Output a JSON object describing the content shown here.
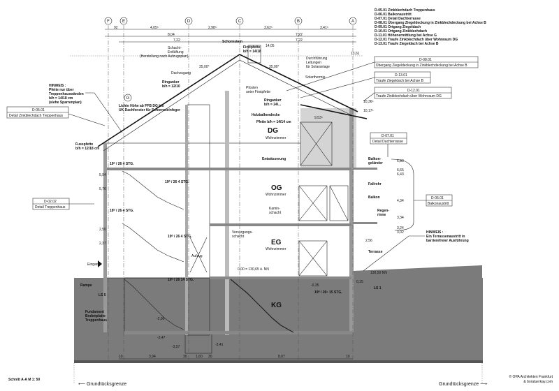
{
  "legend": [
    "D-05.01 Zinkblechdach Treppenhaus",
    "D-06.01 Balkonaustritt",
    "D-07.01 Detail Dachterrasse",
    "D-08.01 Übergang Ziegeldeckung in Zinkblechdeckung bei Achse B",
    "D-09.01 Ortgang Ziegeldach",
    "D-10.01 Ortgang Zinkblechdach",
    "D-11.01 Höhenermittlung bei Achse G",
    "D-12.01 Traufe Zinkblechdach über Wohnraum DG",
    "D-13.01 Traufe Ziegeldach bei Achse B"
  ],
  "axes": [
    "F",
    "E",
    "D",
    "C",
    "B",
    "A"
  ],
  "top_dims": {
    "row1": [
      "92",
      "4,05⁵",
      "2,98⁵",
      "3,62⁵",
      "3,41⁵"
    ],
    "row2": [
      "8,04",
      "7,22"
    ],
    "row3": [
      "7,22",
      "7,22"
    ],
    "ridge_level": "13,61",
    "chimney_level": "14,05",
    "roof_angle_left": "35,00°",
    "roof_angle_right": "35,00°"
  },
  "callouts": [
    {
      "code": "D-05.01",
      "title": "Detail Zinkblechdach Treppenhaus"
    },
    {
      "code": "D-02.02",
      "title": "Detail Treppenhaus"
    },
    {
      "code": "D-08.01",
      "title": "Übergang Ziegeldeckung in Zinkblechdeckung bei Achse B"
    },
    {
      "code": "D-13.01",
      "title": "Traufe Ziegeldach bei Achse B"
    },
    {
      "code": "D-12.01",
      "title": "Traufe Zinkblechdach über Wohnraum DG"
    },
    {
      "code": "D-07.01",
      "title": "Detail Dachterrasse"
    },
    {
      "code": "D-06.01",
      "title": "Balkonaustritt"
    }
  ],
  "notes": {
    "hinweis1": [
      "HINWEIS :",
      "Pfette nur über",
      "Treppenhauswänden",
      "b/h = 14/18  cm",
      "(siehe Sparrenplan)"
    ],
    "hinweis2": [
      "HINWEIS :",
      "Ein Terrassenaustritt in",
      "barrierefreier Ausführung"
    ],
    "lichte_hoehe": [
      "Lichte Höhe ab FFB DG bis",
      "UK Dachfenster für Schornsteinfeger"
    ],
    "axis_g": "G"
  },
  "labels": {
    "firstpfette": [
      "Firstpfette",
      "b/h = 14/18"
    ],
    "schornstein": "Schornstein",
    "schacht": [
      "Schacht-",
      "Entlüftung",
      "(Herstellung nach Aufzugsplan)"
    ],
    "dachzugang": "Dachzugang",
    "durchfuehrung": [
      "Durchführung",
      "Leitungen",
      "für Solaranlage"
    ],
    "solarthermie": "Solarthermie",
    "ringanker": [
      "Ringanker",
      "b/h = 12/10"
    ],
    "ringanker2": [
      "Ringanker",
      "b/h = 24/..."
    ],
    "pfosten": [
      "Pfosten",
      "unter Firstpfette"
    ],
    "holzbalkendecke": "Holzbalkendecke",
    "pfette_dg": "Pfette b/h = 14/14  cm",
    "fusspfette": [
      "Fusspfette",
      "b/h = 12/18  cm"
    ],
    "entwaesserung": "Entwässerung",
    "kaminschacht": [
      "Kamin-",
      "schacht"
    ],
    "versorgungsschacht": [
      "Versorgungs-",
      "schacht"
    ],
    "aufzug": "Aufzug",
    "balkongelaender": [
      "Balkon-",
      "geländer"
    ],
    "fallrohr": "Fallrohr",
    "balkon": "Balkon",
    "regenrinne": [
      "Regen-",
      "rinne"
    ],
    "terrasse": "Terrasse",
    "rampe": "Rampe",
    "eingang": "Eingang",
    "fundament": [
      "Fundament",
      "Bodenplatte",
      "Treppenhaus"
    ],
    "ls": "LS 5",
    "ls1": "LS 1",
    "nn": "0,00 = 130,65 ü. NN",
    "nn_right": "130,50 NN"
  },
  "rooms": [
    {
      "level": "DG",
      "name": "Wohnzimmer"
    },
    {
      "level": "OG",
      "name": "Wohnzimmer"
    },
    {
      "level": "EG",
      "name": "Wohnzimmer"
    },
    {
      "level": "KG",
      "name": ""
    }
  ],
  "stairs": [
    "19⁰ / 26\n4 STG.",
    "19⁰ / 26\n4 STG.",
    "18⁰ / 26\n4 STG.",
    "19⁰ / 26\n4 STG.",
    "19⁰ / 26\n14 STG.",
    "19⁰ / 26⁵\n15 STG."
  ],
  "levels": [
    "10,36⁵",
    "10,17⁵",
    "9,53⁵",
    "6,80",
    "6,65",
    "6,43",
    "4,34",
    "3,34",
    "3,24",
    "3,02",
    "2,56",
    "0,15",
    "-0,35",
    "-2,90",
    "-3,47",
    "-3,57",
    "-3,41",
    "5,94",
    "5,76",
    "2,50",
    "2,37"
  ],
  "bottom_dims": [
    "10",
    "3,94",
    "30",
    "1,60",
    "30",
    "8,07",
    "10"
  ],
  "footer": {
    "title": "Schnitt A-A   M 1: 50",
    "boundary_left": "Grundtücksgrenze",
    "boundary_right": "Grundtücksgrenze",
    "copyright": [
      "© OPA Architekten Frankfurt",
      "& boratuerkay.com"
    ]
  }
}
